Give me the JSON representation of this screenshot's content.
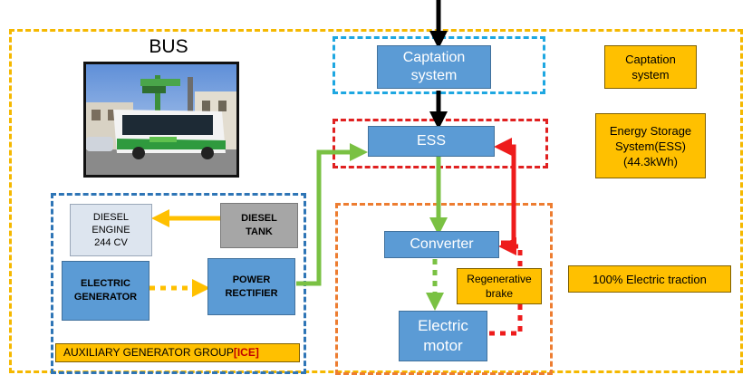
{
  "photo": {
    "title": "BUS"
  },
  "nodes": {
    "captation": "Captation\nsystem",
    "ess": "ESS",
    "converter": "Converter",
    "motor": "Electric\nmotor",
    "diesel_engine": "DIESEL\nENGINE\n244 CV",
    "diesel_tank": "DIESEL\nTANK",
    "generator": "ELECTRIC\nGENERATOR",
    "rectifier": "POWER\nRECTIFIER",
    "regen": "Regenerative\nbrake"
  },
  "notes": {
    "captation": "Captation\nsystem",
    "ess": "Energy Storage\nSystem(ESS)\n(44.3kWh)",
    "traction": "100% Electric traction",
    "auxiliary_prefix": "AUXILIARY GENERATOR GROUP",
    "auxiliary_suffix": "[ICE]"
  },
  "colors": {
    "outer_frame": "#f5b800",
    "captation_frame": "#1ea7e1",
    "ess_frame": "#e02020",
    "aux_frame": "#2e75b6",
    "traction_frame": "#ed7d31",
    "green_wire": "#7ac143",
    "red_wire": "#ee1c1c",
    "orange_wire": "#ffc000"
  }
}
